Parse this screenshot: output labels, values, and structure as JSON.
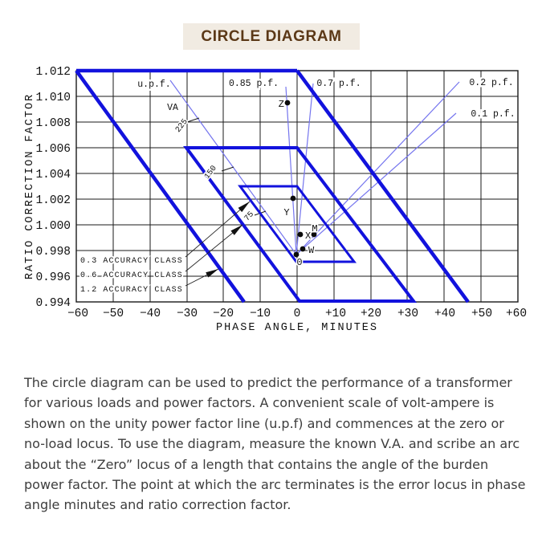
{
  "title": "CIRCLE DIAGRAM",
  "chart": {
    "axis": {
      "x_title": "PHASE ANGLE,  MINUTES",
      "y_title": "RATIO  CORRECTION  FACTOR"
    },
    "y_ticks": [
      "1.012",
      "1.010",
      "1.008",
      "1.006",
      "1.004",
      "1.002",
      "1.000",
      "0.998",
      "0.996",
      "0.994"
    ],
    "x_ticks": [
      "−60",
      "−50",
      "−40",
      "−30",
      "−20",
      "−10",
      "0",
      "+10",
      "+20",
      "+30",
      "+40",
      "+50",
      "+60"
    ],
    "labels": {
      "upf": "u.p.f.",
      "va": "VA",
      "pf085": "0.85 p.f.",
      "pf07": "0.7 p.f.",
      "pf02": "0.2 p.f.",
      "pf01": "0.1 p.f."
    },
    "va_marks": [
      "225",
      "150",
      "75"
    ],
    "points": {
      "z": "Z",
      "y": "Y",
      "x": "X",
      "m": "M",
      "w": "W",
      "zero": "0"
    },
    "accuracy": [
      "0.3 ACCURACY CLASS",
      "0.6 ACCURACY CLASS",
      "1.2 ACCURACY CLASS"
    ],
    "colors": {
      "shape_blue": "#1212dd",
      "thin_blue": "#7575ee",
      "grid": "#1a1a1a",
      "title_text": "#5b3817",
      "title_bg": "#f1ebe2"
    }
  },
  "chart_data": {
    "type": "line",
    "title": "CIRCLE DIAGRAM",
    "xlabel": "PHASE ANGLE, MINUTES",
    "ylabel": "RATIO CORRECTION FACTOR",
    "xlim": [
      -60,
      60
    ],
    "ylim": [
      0.994,
      1.012
    ],
    "x_tick_values": [
      -60,
      -50,
      -40,
      -30,
      -20,
      -10,
      0,
      10,
      20,
      30,
      40,
      50,
      60
    ],
    "y_tick_values": [
      1.012,
      1.01,
      1.008,
      1.006,
      1.004,
      1.002,
      1.0,
      0.998,
      0.996,
      0.994
    ],
    "grid": true,
    "series": [
      {
        "name": "1.2 accuracy class parallelogram (clipped at plot bottom)",
        "vertices": [
          [
            -60,
            1.012
          ],
          [
            0,
            1.012
          ],
          [
            46.5,
            0.994
          ],
          [
            -14.5,
            0.994
          ]
        ]
      },
      {
        "name": "0.6 accuracy class parallelogram",
        "vertices": [
          [
            -30,
            1.006
          ],
          [
            0,
            1.006
          ],
          [
            31.5,
            0.994
          ],
          [
            0.5,
            0.994
          ]
        ]
      },
      {
        "name": "0.3 accuracy class parallelogram",
        "vertices": [
          [
            -15.5,
            1.003
          ],
          [
            0,
            1.003
          ],
          [
            15.5,
            0.997
          ],
          [
            0,
            0.997
          ]
        ]
      }
    ],
    "zero_locus": {
      "label": "0",
      "x": -0.2,
      "rcf": 0.9978
    },
    "power_factor_lines": [
      {
        "label": "u.p.f.",
        "va_scale_marks": [
          75,
          150,
          225
        ]
      },
      {
        "label": "0.85 p.f."
      },
      {
        "label": "0.7 p.f."
      },
      {
        "label": "0.2 p.f."
      },
      {
        "label": "0.1 p.f."
      }
    ],
    "error_locus_points": [
      {
        "label": "Z",
        "phase_min": -2.6,
        "rcf": 1.0096
      },
      {
        "label": "Y",
        "phase_min": -1.1,
        "rcf": 1.0021
      },
      {
        "label": "X",
        "phase_min": 1.0,
        "rcf": 0.9993
      },
      {
        "label": "M",
        "phase_min": 4.6,
        "rcf": 0.9993
      },
      {
        "label": "W",
        "phase_min": 1.7,
        "rcf": 0.9982
      },
      {
        "label": "0",
        "phase_min": -0.2,
        "rcf": 0.9978
      }
    ]
  },
  "description": {
    "lines": [
      "The circle diagram can be used to predict the performance of a transformer",
      "for various loads and power factors.  A convenient scale of volt-ampere is",
      "shown on the unity power factor line (u.p.f) and commences at the zero or",
      "no-load locus. To use the diagram, measure the known V.A. and scribe an arc",
      "about the “Zero” locus of a length that contains the angle of the burden",
      "power factor. The point at which the arc terminates is the error locus in phase",
      "angle minutes and ratio correction factor."
    ]
  }
}
